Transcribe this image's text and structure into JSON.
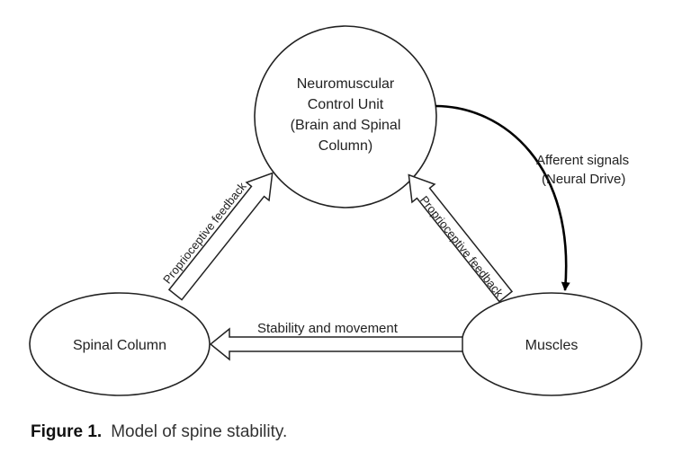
{
  "diagram": {
    "nodes": {
      "control_unit": {
        "lines": [
          "Neuromuscular",
          "Control Unit",
          "(Brain and Spinal",
          "Column)"
        ]
      },
      "spinal_column": {
        "label": "Spinal Column"
      },
      "muscles": {
        "label": "Muscles"
      }
    },
    "edges": {
      "afferent": {
        "lines": [
          "Afferent signals",
          "(Neural Drive)"
        ]
      },
      "feedback_left": {
        "label": "Proprioceptive feedback"
      },
      "feedback_right": {
        "label": "Proprioceptive feedback"
      },
      "stability": {
        "label": "Stability and movement"
      }
    }
  },
  "caption": {
    "figure_label": "Figure 1.",
    "text": "Model of spine stability."
  }
}
